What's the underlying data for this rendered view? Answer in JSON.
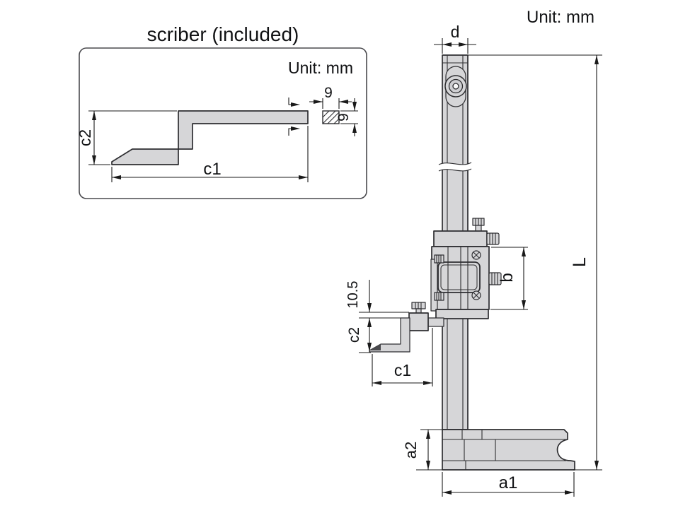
{
  "detail_box": {
    "title": "scriber (included)",
    "unit_label": "Unit: mm",
    "dim_c2": "c2",
    "dim_c1": "c1",
    "dim_section_width": "9",
    "dim_section_height": "9"
  },
  "main_view": {
    "unit_label": "Unit: mm",
    "dim_d": "d",
    "dim_L": "L",
    "dim_b": "b",
    "dim_offset": "10.5",
    "dim_c2": "c2",
    "dim_c1": "c1",
    "dim_a2": "a2",
    "dim_a1": "a1"
  },
  "colors": {
    "background": "#ffffff",
    "part_fill": "#d6d6d8",
    "outline": "#2e2e31",
    "dimension_lines": "#1a1a1a",
    "text": "#111214"
  }
}
